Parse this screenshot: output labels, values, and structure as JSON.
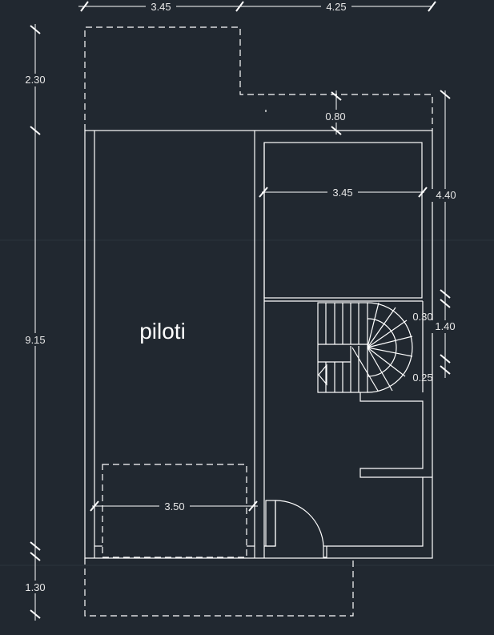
{
  "room_label": "piloti",
  "dimensions": {
    "top_left": "3.45",
    "top_right": "4.25",
    "left_upper": "2.30",
    "left_middle": "9.15",
    "left_lower": "1.30",
    "notch_depth": "0.80",
    "right_room_width": "3.45",
    "right_room_height": "4.40",
    "stair_height": "1.40",
    "stair_upper_offset": "0.30",
    "stair_lower_offset": "0.25",
    "parking_width": "3.50"
  },
  "colors": {
    "background": "#212830",
    "lines": "#ffffff"
  }
}
